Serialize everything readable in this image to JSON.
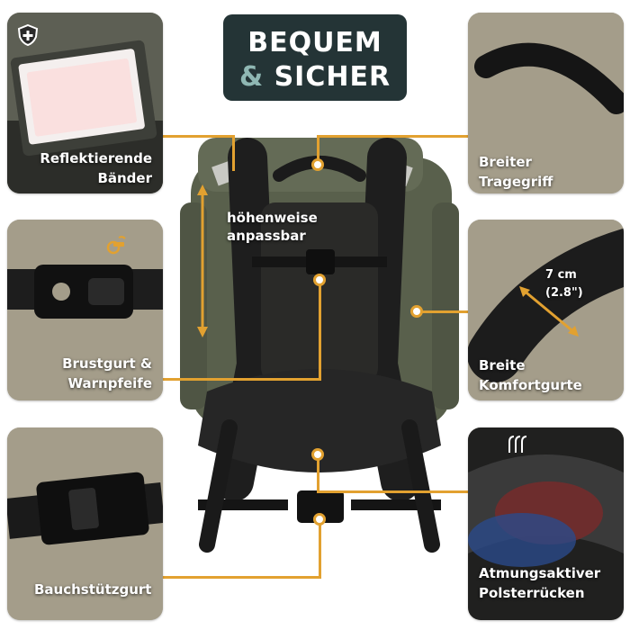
{
  "title": {
    "line1": "BEQUEM",
    "line2_amp": "&",
    "line2_word": "SICHER"
  },
  "features": {
    "reflective": {
      "line1": "Reflektierende",
      "line2": "Bänder"
    },
    "handle": {
      "line1": "Breiter",
      "line2": "Tragegriff"
    },
    "chest": {
      "line1": "Brustgurt &",
      "line2": "Warnpfeife"
    },
    "straps": {
      "line1": "Breite",
      "line2": "Komfortgurte"
    },
    "strap_width": {
      "cm": "7 cm",
      "inch": "(2.8\")"
    },
    "hipbelt": {
      "line1": "Bauchstützgurt"
    },
    "back": {
      "line1": "Atmungsaktiver",
      "line2": "Polsterrücken"
    },
    "adjustable": {
      "line1": "höhenweise",
      "line2": "anpassbar"
    }
  },
  "icons": [
    "shield-plus-icon",
    "whistle-icon",
    "airflow-icon"
  ],
  "colors": {
    "accent": "#e2a130",
    "panel": "#a49d8a",
    "title_bg": "#243436",
    "title_amp": "#8fb7b3",
    "bag": "#59604c"
  }
}
